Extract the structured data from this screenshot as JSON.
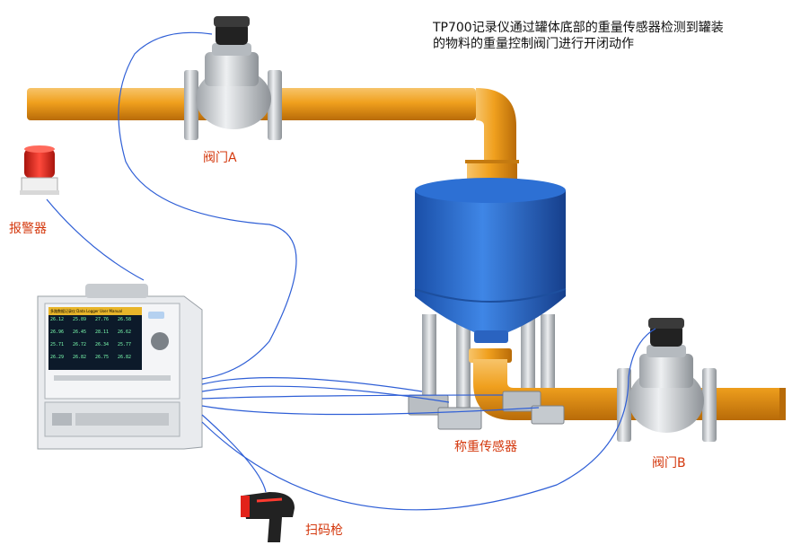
{
  "description": {
    "line1": "TP700记录仪通过罐体底部的重量传感器检测到罐装",
    "line2": "的物料的重量控制阀门进行开闭动作"
  },
  "labels": {
    "valve_a": "阀门A",
    "valve_b": "阀门B",
    "alarm": "报警器",
    "weight_sensor": "称重传感器",
    "scanner": "扫码枪"
  },
  "recorder_screen": {
    "header": "多路数据记录仪 Data Logger User Manual",
    "readings": [
      "26.12",
      "25.89",
      "27.76",
      "26.58",
      "26.96",
      "26.45",
      "28.11",
      "26.62",
      "25.71",
      "26.72",
      "26.34",
      "25.77",
      "26.29",
      "26.82",
      "26.75",
      "26.82"
    ]
  },
  "colors": {
    "pipe": "#f0a01e",
    "tank": "#2b6fd1",
    "label_text": "#d4380d",
    "wire": "#2f5fd6",
    "alarm_red": "#e2231a"
  }
}
